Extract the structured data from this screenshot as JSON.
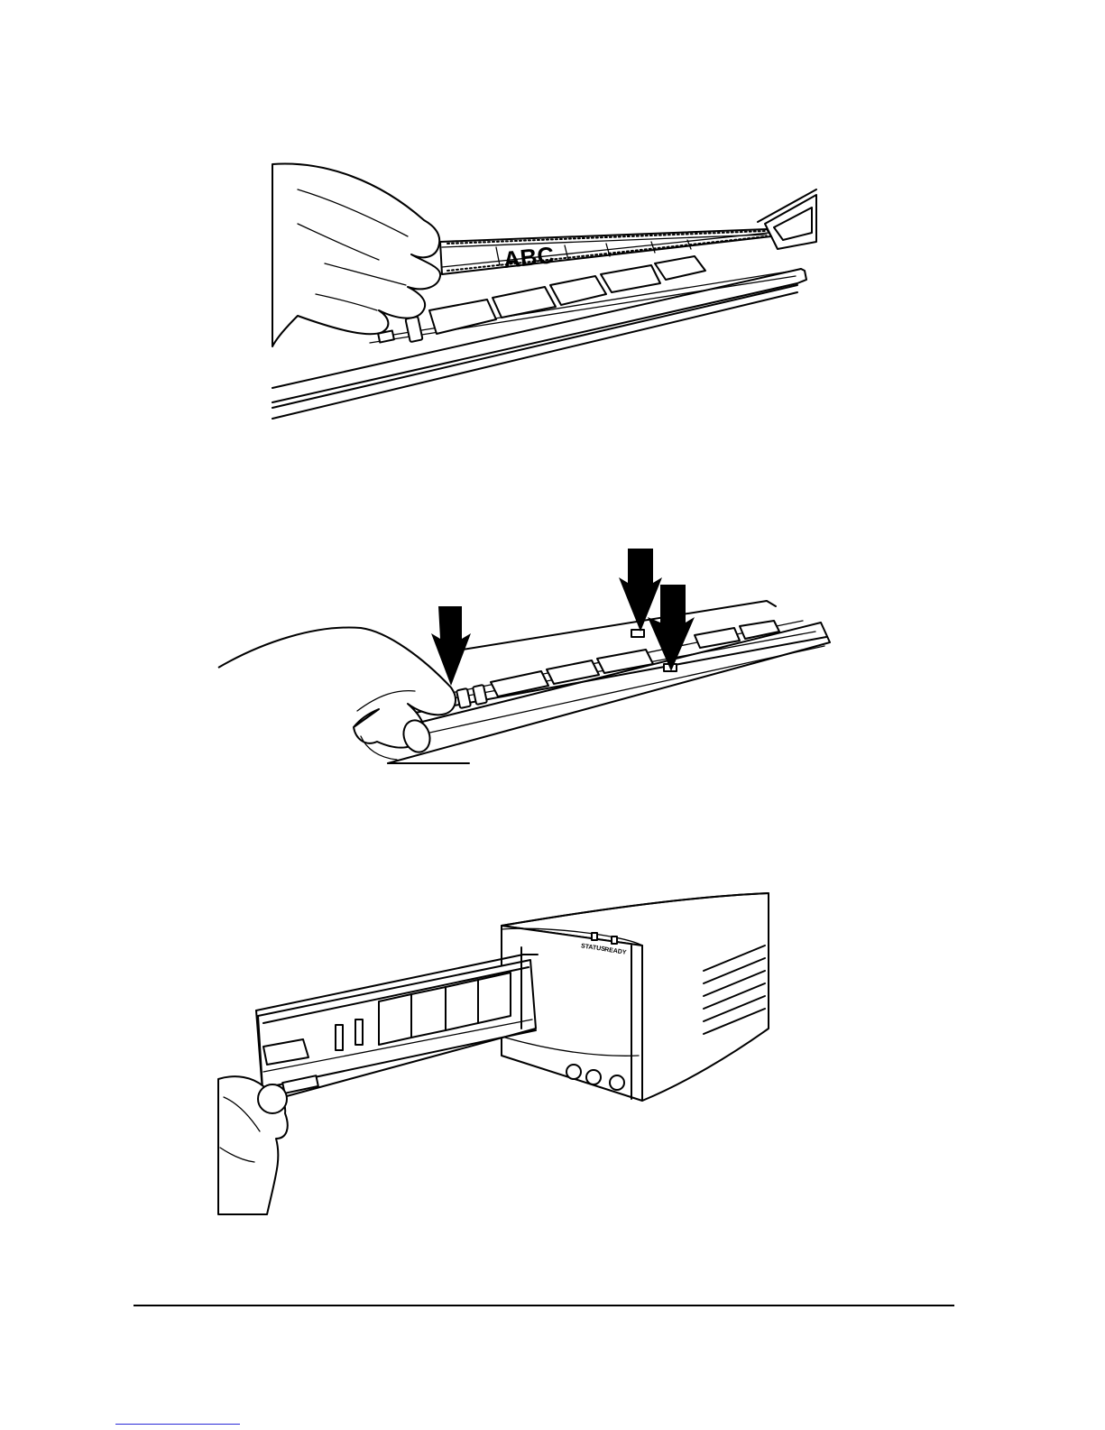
{
  "figures": {
    "load_film": {
      "film_label": "ABC"
    },
    "close_holder": {},
    "insert_holder": {
      "indicator_left": "STATUS",
      "indicator_right": "READY"
    }
  }
}
